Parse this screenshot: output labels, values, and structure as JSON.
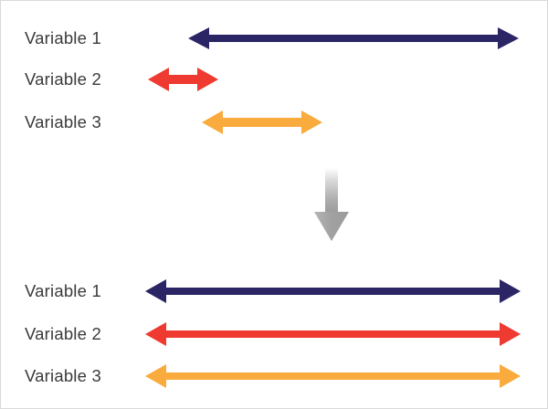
{
  "figure": {
    "background_color": "#ffffff",
    "border_color": "#d9d9d9",
    "label_color": "#3a3a3a"
  },
  "colors": {
    "navy": "#2b2566",
    "red": "#ee3a30",
    "orange": "#f9ab3d",
    "gray_light": "#ffffff",
    "gray_dark": "#9e9e9e"
  },
  "top_group": {
    "rows": [
      {
        "label": "Variable 1",
        "color_name": "navy",
        "color": "#2b2566",
        "range_start": 205,
        "range_end": 566,
        "span": 361
      },
      {
        "label": "Variable 2",
        "color_name": "red",
        "color": "#ee3a30",
        "range_start": 161,
        "range_end": 237,
        "span": 76
      },
      {
        "label": "Variable 3",
        "color_name": "orange",
        "color": "#f9ab3d",
        "range_start": 220,
        "range_end": 351,
        "span": 131
      }
    ]
  },
  "transition": {
    "icon": "down-arrow-icon",
    "direction": "down",
    "gradient_from": "#ffffff",
    "gradient_to": "#9e9e9e"
  },
  "bottom_group": {
    "rows": [
      {
        "label": "Variable 1",
        "color_name": "navy",
        "color": "#2b2566",
        "range_start": 158,
        "range_end": 568,
        "span": 410
      },
      {
        "label": "Variable 2",
        "color_name": "red",
        "color": "#ee3a30",
        "range_start": 158,
        "range_end": 568,
        "span": 410
      },
      {
        "label": "Variable 3",
        "color_name": "orange",
        "color": "#f9ab3d",
        "range_start": 158,
        "range_end": 568,
        "span": 410
      }
    ]
  }
}
